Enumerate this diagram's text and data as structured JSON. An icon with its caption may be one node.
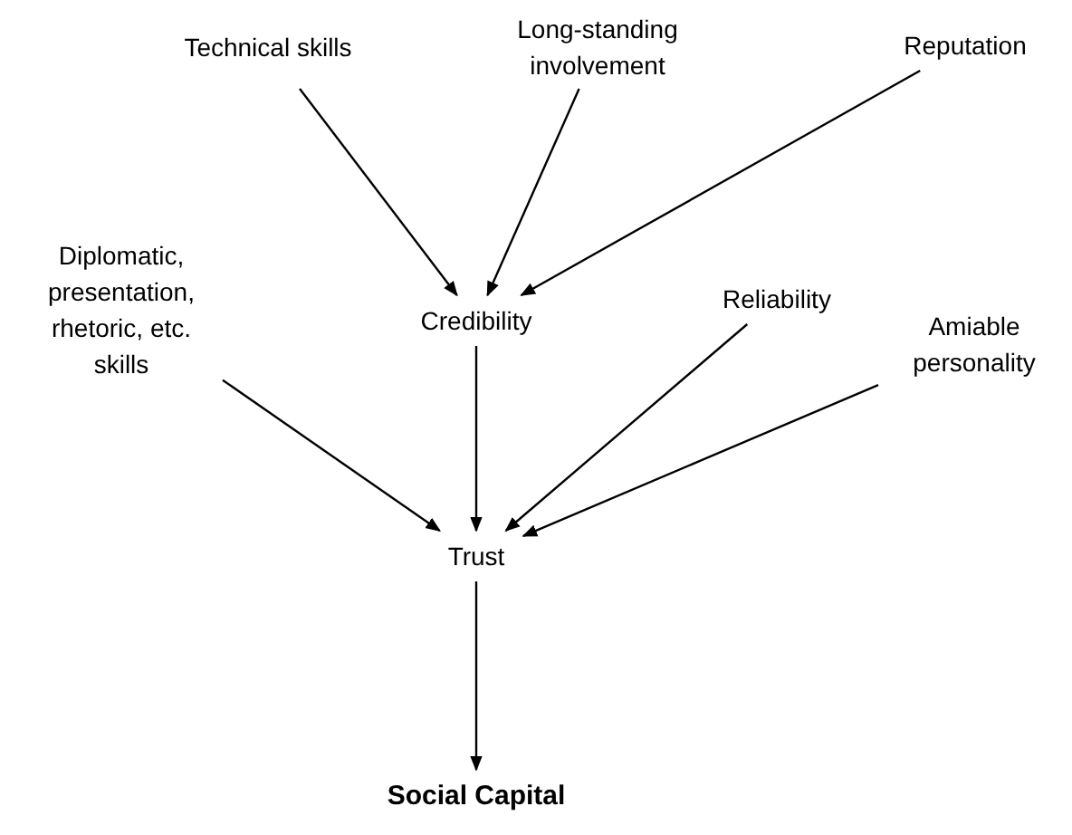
{
  "diagram": {
    "nodes": [
      {
        "text": [
          "Technical skills"
        ]
      },
      {
        "text": [
          "Long-standing involvement"
        ]
      },
      {
        "text": [
          "Reputation"
        ]
      },
      {
        "text": [
          "Credibility"
        ]
      },
      {
        "text": [
          "Diplomatic, presentation, rhetoric, etc. skills"
        ]
      },
      {
        "text": [
          "Reliability"
        ]
      },
      {
        "text": [
          "Amiable personality"
        ]
      },
      {
        "text": [
          "Trust"
        ]
      },
      {
        "text": [
          "Social Capital"
        ]
      }
    ],
    "edges": [
      {
        "from": 0,
        "to": 3,
        "arrow": "to"
      },
      {
        "from": 1,
        "to": 3,
        "arrow": "to"
      },
      {
        "from": 2,
        "to": 3,
        "arrow": "to"
      },
      {
        "from": 3,
        "to": 7,
        "arrow": "to"
      },
      {
        "from": 4,
        "to": 7,
        "arrow": "to"
      },
      {
        "from": 5,
        "to": 7,
        "arrow": "to"
      },
      {
        "from": 6,
        "to": 7,
        "arrow": "to"
      },
      {
        "from": 7,
        "to": 8,
        "arrow": "to"
      }
    ]
  }
}
